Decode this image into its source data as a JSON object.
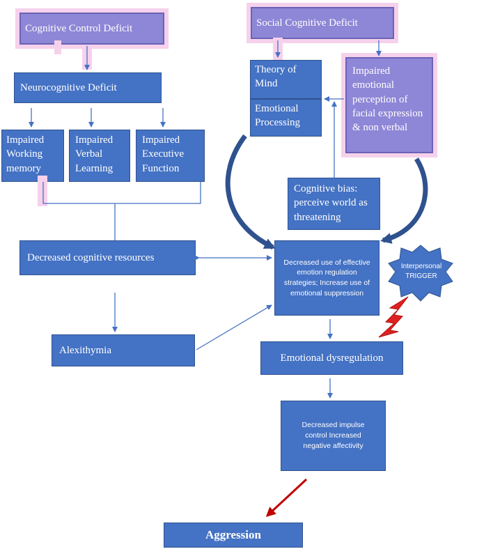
{
  "nodes": {
    "cognitive_control_deficit": "Cognitive Control Deficit",
    "social_cognitive_deficit": "Social Cognitive Deficit",
    "neurocognitive_deficit": "Neurocognitive Deficit",
    "theory_of_mind": "Theory of Mind",
    "emotional_processing": "Emotional Processing",
    "impaired_emotional_perception": "Impaired emotional perception of facial expression & non verbal",
    "impaired_working_memory": "Impaired Working memory",
    "impaired_verbal_learning": "Impaired Verbal Learning",
    "impaired_executive_function": "Impaired Executive Function",
    "cognitive_bias": "Cognitive bias: perceive world as threatening",
    "decreased_cognitive_resources": "Decreased cognitive resources",
    "emotion_regulation": "Decreased use of effective emotion regulation strategies; Increase use of emotional suppression",
    "interpersonal_trigger": "Interpersonal TRIGGER",
    "alexithymia": "Alexithymia",
    "emotional_dysregulation": "Emotional dysregulation",
    "impulse_control": "Decreased impulse control Increased negative affectivity",
    "aggression": "Aggression"
  },
  "colors": {
    "box_fill": "#4472c4",
    "pink_highlight": "#f6d1ec",
    "purple_fill": "#8e86d6",
    "arrow_red": "#c00000",
    "lightning_red": "#e02020"
  }
}
